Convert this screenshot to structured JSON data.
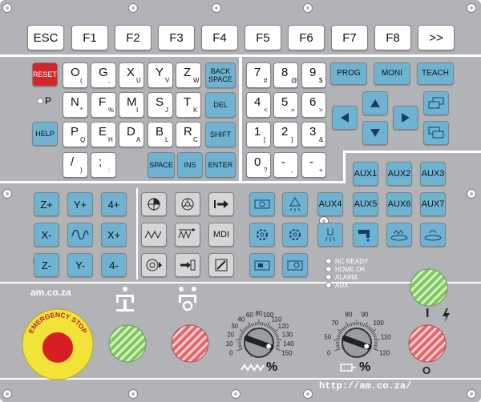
{
  "func_keys": [
    "ESC",
    "F1",
    "F2",
    "F3",
    "F4",
    "F5",
    "F6",
    "F7",
    "F8",
    ">>"
  ],
  "alpha": {
    "reset": "RESET",
    "backspace_l1": "BACK",
    "backspace_l2": "SPACE",
    "del": "DEL",
    "p_mark": "P",
    "help": "HELP",
    "shift": "SHIFT",
    "space": "SPACE",
    "ins": "INS",
    "enter": "ENTER",
    "keys": [
      {
        "m": "O",
        "s": "("
      },
      {
        "m": "G",
        "s": ","
      },
      {
        "m": "X",
        "s": "U"
      },
      {
        "m": "Y",
        "s": "V"
      },
      {
        "m": "Z",
        "s": "W"
      },
      {
        "m": "N",
        "s": "*"
      },
      {
        "m": "F",
        "s": "%"
      },
      {
        "m": "M",
        "s": "I"
      },
      {
        "m": "S",
        "s": "J"
      },
      {
        "m": "T",
        "s": "K"
      },
      {
        "m": "P",
        "s": "Q"
      },
      {
        "m": "E",
        "s": "H"
      },
      {
        "m": "D",
        "s": "A"
      },
      {
        "m": "B",
        "s": "L"
      },
      {
        "m": "R",
        "s": "C"
      },
      {
        "m": "/",
        "s": ")"
      },
      {
        "m": ";",
        "s": ":"
      }
    ]
  },
  "numpad": [
    {
      "m": "7",
      "s": "#"
    },
    {
      "m": "8",
      "s": "@"
    },
    {
      "m": "9",
      "s": "$"
    },
    {
      "m": "4",
      "s": "<"
    },
    {
      "m": "5",
      "s": "="
    },
    {
      "m": "6",
      "s": ">"
    },
    {
      "m": "1",
      "s": "["
    },
    {
      "m": "2",
      "s": "]"
    },
    {
      "m": "3",
      "s": "&"
    },
    {
      "m": "0",
      "s": "?"
    },
    {
      "m": "-",
      "s": ","
    },
    {
      "m": "-",
      "s": "+"
    }
  ],
  "mode": {
    "prog": "PROG",
    "moni": "MONI",
    "teach": "TEACH"
  },
  "aux": [
    "AUX1",
    "AUX2",
    "AUX3",
    "AUX5",
    "AUX6",
    "AUX7",
    "AUX4"
  ],
  "jog": {
    "zp": "Z+",
    "yp": "Y+",
    "fp": "4+",
    "xm": "X-",
    "xp": "X+",
    "zm": "Z-",
    "ym": "Y-",
    "fm": "4-",
    "mdi": "MDI"
  },
  "status": [
    "NC READY",
    "HOME OK",
    "ALARM",
    "AUX"
  ],
  "brand": "am.co.za",
  "url": "http://am.co.za/",
  "estop": "EMERGENCY STOP",
  "feed_scale": [
    "0",
    "10",
    "20",
    "30",
    "40",
    "60",
    "80",
    "100",
    "110",
    "120",
    "130",
    "140",
    "150"
  ],
  "spindle_scale": [
    "0",
    "50",
    "70",
    "80",
    "90",
    "100",
    "110",
    "120"
  ],
  "feed_sign": "%",
  "spindle_sign": "%",
  "power_on": "I",
  "power_off": "O",
  "colors": {
    "panel": "#b1b3b6",
    "blue": "#6fb3d2",
    "red": "#d6242b",
    "green": "#7dc95a",
    "yellow": "#f2e33a"
  }
}
